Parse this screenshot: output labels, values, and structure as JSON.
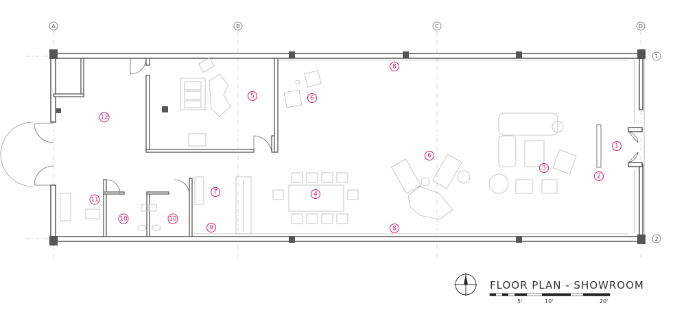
{
  "plan": {
    "title": "FLOOR PLAN - SHOWROOM",
    "grid_columns": [
      "A",
      "B",
      "C",
      "D"
    ],
    "grid_rows": [
      "1",
      "2"
    ],
    "room_labels": [
      "1",
      "2",
      "3",
      "4",
      "5",
      "6",
      "6",
      "7",
      "8",
      "8",
      "9",
      "10",
      "10",
      "11",
      "12"
    ],
    "scale_labels": [
      "5'",
      "10'",
      "20'"
    ]
  },
  "colors": {
    "label_accent": "#d21b6b",
    "wall": "#4a4a4a",
    "furniture": "#b9b9b9"
  }
}
